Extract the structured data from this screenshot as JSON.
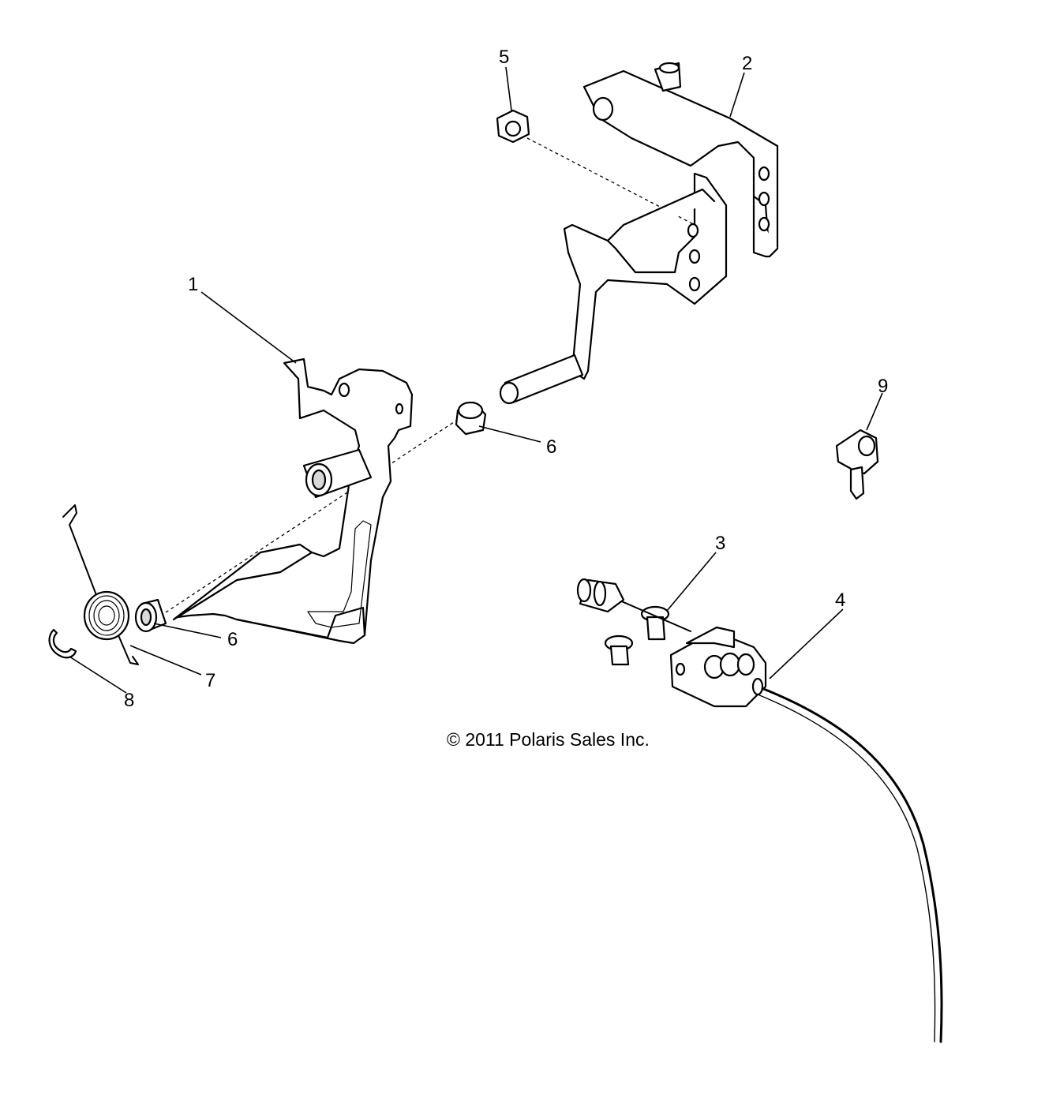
{
  "diagram": {
    "copyright": "© 2011 Polaris Sales Inc.",
    "callouts": [
      "1",
      "2",
      "3",
      "4",
      "5",
      "6",
      "6",
      "7",
      "8",
      "9"
    ]
  }
}
